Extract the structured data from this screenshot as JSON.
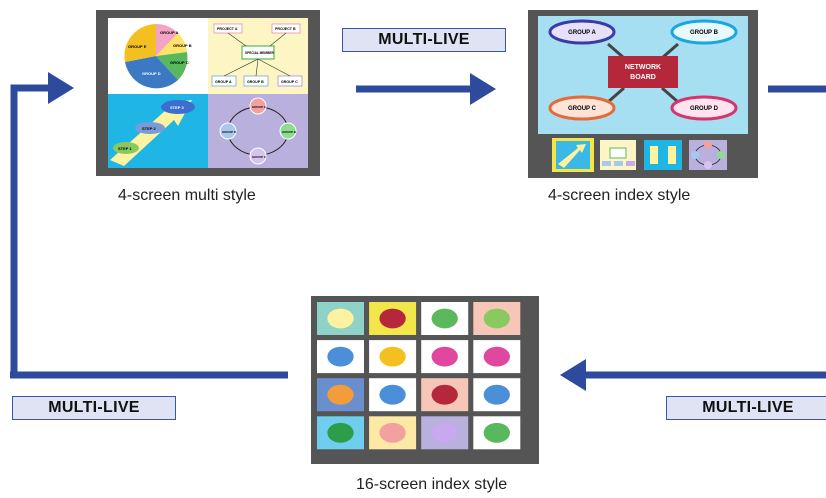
{
  "captions": {
    "multi4": "4-screen multi style",
    "index4": "4-screen index style",
    "index16": "16-screen index style"
  },
  "mode_labels": {
    "top": "MULTI-LIVE",
    "bottom_left": "MULTI-LIVE",
    "bottom_right": "MULTI-LIVE"
  },
  "multi_screen": {
    "pie": [
      "GROUP A",
      "GROUP B",
      "GROUP C",
      "GROUP D",
      "GROUP E"
    ],
    "chart": [
      "PROJECT A",
      "PROJECT B",
      "SPECIAL MEMBER",
      "GROUP A",
      "GROUP B",
      "GROUP C"
    ],
    "steps": [
      "STEP 1",
      "STEP 2",
      "STEP 3"
    ],
    "cycle": [
      "GROUP A",
      "GROUP B",
      "GROUP C",
      "GROUP D"
    ]
  },
  "index_screen": {
    "center": [
      "NETWORK",
      "BOARD"
    ],
    "groups": [
      "GROUP A",
      "GROUP B",
      "GROUP C",
      "GROUP D"
    ]
  },
  "colors": {
    "arrow": "#2d4a9c",
    "label_fill": "#dfe3f4",
    "frame": "#555555"
  }
}
